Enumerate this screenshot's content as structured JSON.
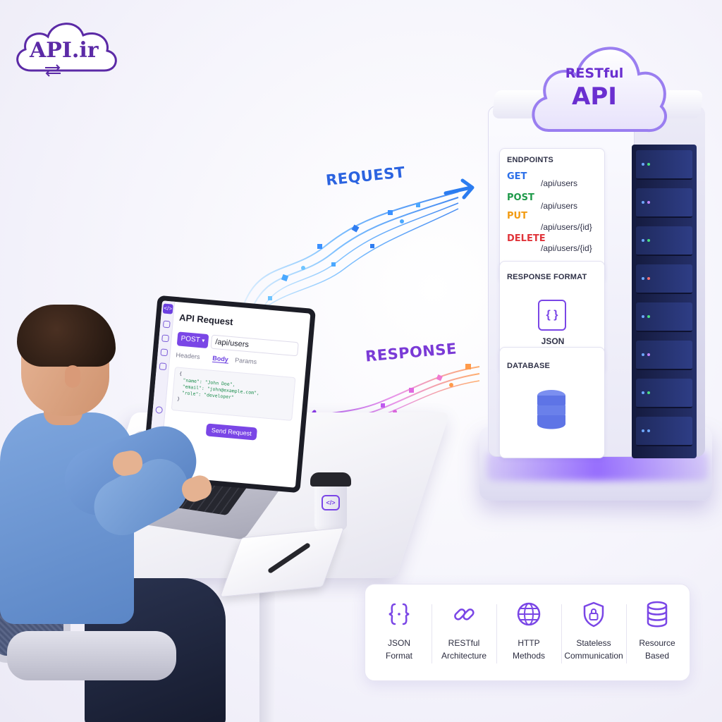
{
  "logo": {
    "text": "API.ir"
  },
  "server": {
    "cloud_line1": "RESTful",
    "cloud_line2": "API",
    "endpoints_title": "ENDPOINTS",
    "endpoints": [
      {
        "method": "GET",
        "path": "/api/users",
        "color": "#2b6fe8"
      },
      {
        "method": "POST",
        "path": "/api/users",
        "color": "#1f9a4a"
      },
      {
        "method": "PUT",
        "path": "/api/users/{id}",
        "color": "#f29b12"
      },
      {
        "method": "DELETE",
        "path": "/api/users/{id}",
        "color": "#e0343a"
      }
    ],
    "response_format_title": "RESPONSE FORMAT",
    "response_format_icon": "{ }",
    "response_format_value": "JSON",
    "database_title": "DATABASE"
  },
  "flow": {
    "request_label": "REQUEST",
    "response_label": "RESPONSE"
  },
  "laptop_app": {
    "title": "API Request",
    "method": "POST",
    "url": "/api/users",
    "tabs": [
      {
        "label": "Headers",
        "active": false
      },
      {
        "label": "Body",
        "active": true
      },
      {
        "label": "Params",
        "active": false
      }
    ],
    "body_lines": [
      "{",
      "\"name\": \"John Doe\",",
      "\"email\": \"john@example.com\",",
      "\"role\": \"developer\"",
      "}"
    ],
    "send_label": "Send Request",
    "sidebar_icon_label": "</>"
  },
  "cup": {
    "logo": "</>"
  },
  "features": [
    {
      "icon": "json-braces-icon",
      "line1": "JSON",
      "line2": "Format"
    },
    {
      "icon": "link-icon",
      "line1": "RESTful",
      "line2": "Architecture"
    },
    {
      "icon": "globe-icon",
      "line1": "HTTP",
      "line2": "Methods"
    },
    {
      "icon": "shield-lock-icon",
      "line1": "Stateless",
      "line2": "Communication"
    },
    {
      "icon": "database-icon",
      "line1": "Resource",
      "line2": "Based"
    }
  ],
  "colors": {
    "accent": "#7a46e6",
    "request_blue": "#2b63e0",
    "response_purple": "#7a3ad6"
  }
}
